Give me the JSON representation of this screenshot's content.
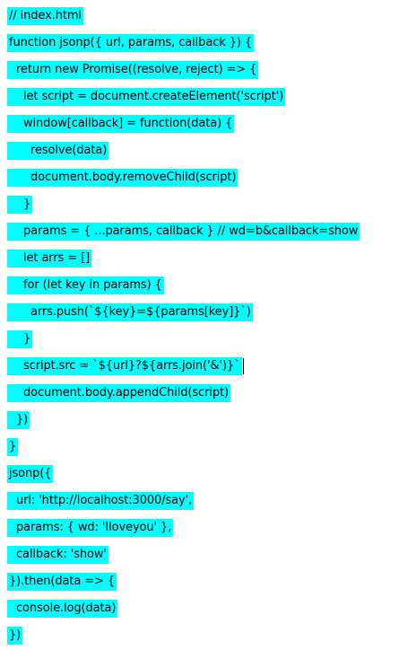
{
  "document": {
    "title": "// index.html",
    "lines": [
      {
        "text": "// index.html",
        "indent": 0
      },
      {
        "text": "function jsonp({ url, params, callback }) {",
        "indent": 0
      },
      {
        "text": "return new Promise((resolve, reject) => {",
        "indent": 1
      },
      {
        "text": "let script = document.createElement('script')",
        "indent": 2
      },
      {
        "text": "window[callback] = function(data) {",
        "indent": 2
      },
      {
        "text": "resolve(data)",
        "indent": 3
      },
      {
        "text": "document.body.removeChild(script)",
        "indent": 3
      },
      {
        "text": "}",
        "indent": 2
      },
      {
        "text": "params = { ...params, callback } // wd=b&callback=show",
        "indent": 2
      },
      {
        "text": "let arrs = []",
        "indent": 2
      },
      {
        "text": "for (let key in params) {",
        "indent": 2
      },
      {
        "text": "arrs.push(`${key}=${params[key]}`)",
        "indent": 3
      },
      {
        "text": "}",
        "indent": 2
      },
      {
        "text": "script.src = `${url}?${arrs.join('&')}`",
        "indent": 2,
        "cursor": true
      },
      {
        "text": "document.body.appendChild(script)",
        "indent": 2
      },
      {
        "text": "})",
        "indent": 1
      },
      {
        "text": "}",
        "indent": 0
      },
      {
        "text": "jsonp({",
        "indent": 0
      },
      {
        "text": "url: 'http://localhost:3000/say',",
        "indent": 1
      },
      {
        "text": "params: { wd: 'Iloveyou' },",
        "indent": 1
      },
      {
        "text": "callback: 'show'",
        "indent": 1
      },
      {
        "text": "}).then(data => {",
        "indent": 0
      },
      {
        "text": "console.log(data)",
        "indent": 1
      },
      {
        "text": "})",
        "indent": 0
      }
    ]
  },
  "colors": {
    "highlight": "#00FFFF",
    "text": "#000000",
    "background": "#FFFFFF"
  }
}
